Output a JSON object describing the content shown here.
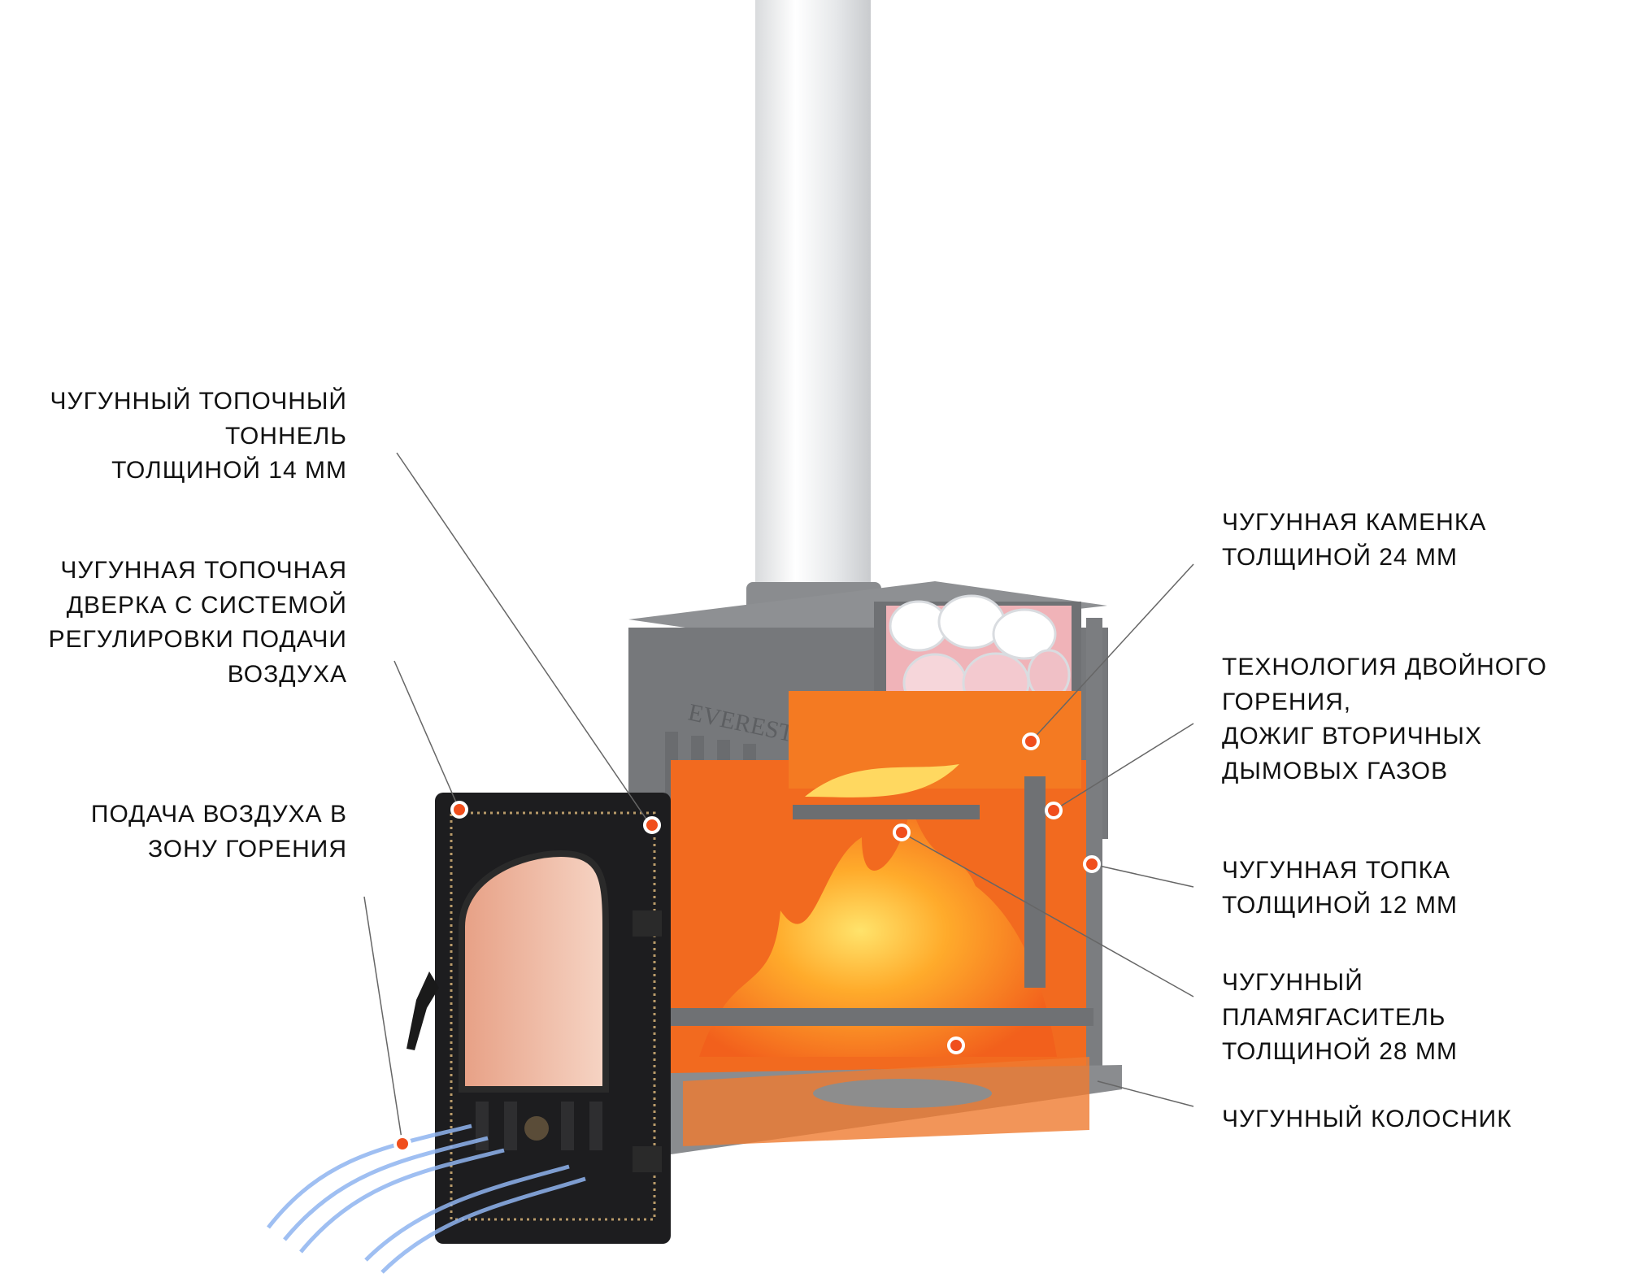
{
  "colors": {
    "marker": "#f04e1c",
    "orange": "#f26a1f",
    "iron": "#7b7d80",
    "door": "#1c1c1e",
    "air": "#8fb4f0"
  },
  "brand_logo": "EVEREST",
  "labels_left": [
    {
      "lines": [
        "ЧУГУННЫЙ ТОПОЧНЫЙ",
        "ТОННЕЛЬ",
        "ТОЛЩИНОЙ 14 ММ"
      ]
    },
    {
      "lines": [
        "ЧУГУННАЯ ТОПОЧНАЯ",
        "ДВЕРКА С СИСТЕМОЙ",
        "РЕГУЛИРОВКИ ПОДАЧИ",
        "ВОЗДУХА"
      ]
    },
    {
      "lines": [
        "ПОДАЧА ВОЗДУХА В",
        "ЗОНУ ГОРЕНИЯ"
      ]
    }
  ],
  "labels_right": [
    {
      "lines": [
        "ЧУГУННАЯ КАМЕНКА",
        "ТОЛЩИНОЙ 24 ММ"
      ]
    },
    {
      "lines": [
        "ТЕХНОЛОГИЯ ДВОЙНОГО",
        "ГОРЕНИЯ,",
        "ДОЖИГ ВТОРИЧНЫХ",
        "ДЫМОВЫХ ГАЗОВ"
      ]
    },
    {
      "lines": [
        "ЧУГУННАЯ ТОПКА",
        "ТОЛЩИНОЙ 12 ММ"
      ]
    },
    {
      "lines": [
        "ЧУГУННЫЙ",
        "ПЛАМЯГАСИТЕЛЬ",
        "ТОЛЩИНОЙ 28 ММ"
      ]
    },
    {
      "lines": [
        "ЧУГУННЫЙ КОЛОСНИК"
      ]
    }
  ]
}
